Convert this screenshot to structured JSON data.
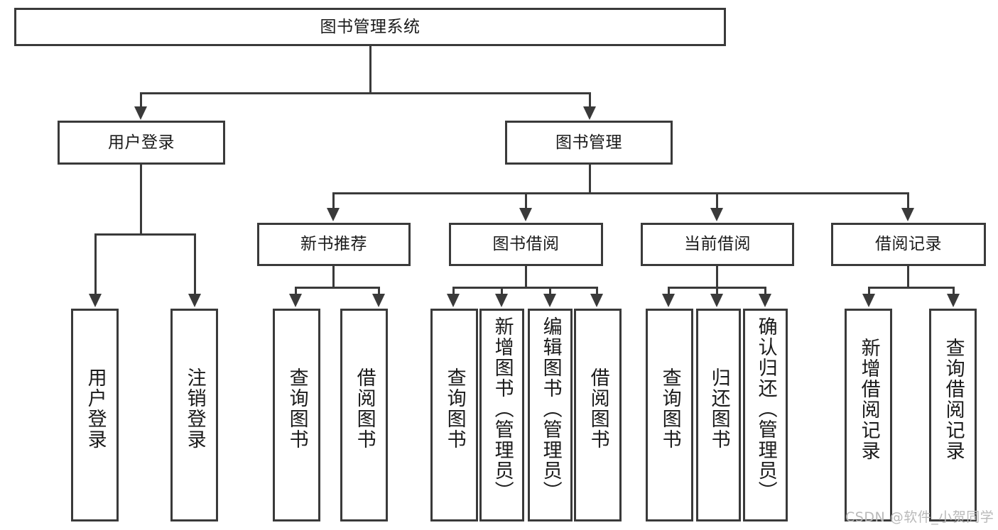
{
  "diagram": {
    "title": "图书管理系统",
    "type": "tree",
    "root": {
      "label": "图书管理系统"
    },
    "level2": [
      {
        "id": "user-login",
        "label": "用户登录"
      },
      {
        "id": "book-management",
        "label": "图书管理"
      }
    ],
    "level3": [
      {
        "id": "new-book-recommend",
        "label": "新书推荐",
        "parent": "book-management"
      },
      {
        "id": "book-borrow",
        "label": "图书借阅",
        "parent": "book-management"
      },
      {
        "id": "current-borrow",
        "label": "当前借阅",
        "parent": "book-management"
      },
      {
        "id": "borrow-record",
        "label": "借阅记录",
        "parent": "book-management"
      }
    ],
    "leaves": [
      {
        "id": "leaf-user-login",
        "label": "用户登录",
        "parent": "user-login"
      },
      {
        "id": "leaf-logout-login",
        "label": "注销登录",
        "parent": "user-login"
      },
      {
        "id": "leaf-query-book-1",
        "label": "查询图书",
        "parent": "new-book-recommend"
      },
      {
        "id": "leaf-borrow-book-1",
        "label": "借阅图书",
        "parent": "new-book-recommend"
      },
      {
        "id": "leaf-query-book-2",
        "label": "查询图书",
        "parent": "book-borrow"
      },
      {
        "id": "leaf-add-book",
        "label": "新增图书（管理员）",
        "parent": "book-borrow"
      },
      {
        "id": "leaf-edit-book",
        "label": "编辑图书（管理员）",
        "parent": "book-borrow"
      },
      {
        "id": "leaf-borrow-book-2",
        "label": "借阅图书",
        "parent": "book-borrow"
      },
      {
        "id": "leaf-query-book-3",
        "label": "查询图书",
        "parent": "current-borrow"
      },
      {
        "id": "leaf-return-book",
        "label": "归还图书",
        "parent": "current-borrow"
      },
      {
        "id": "leaf-confirm-return",
        "label": "确认归还（管理员）",
        "parent": "current-borrow"
      },
      {
        "id": "leaf-add-record",
        "label": "新增借阅记录",
        "parent": "borrow-record"
      },
      {
        "id": "leaf-query-record",
        "label": "查询借阅记录",
        "parent": "borrow-record"
      }
    ],
    "colors": {
      "stroke": "#3a3a3a",
      "fill": "#ffffff",
      "text": "#1a1a1a",
      "watermark": "#b9b9b9"
    }
  },
  "watermark": {
    "text": "CSDN @软件_小贺同学"
  }
}
